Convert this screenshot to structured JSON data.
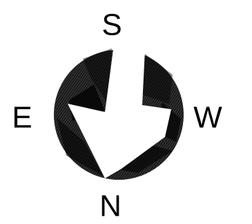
{
  "compass": {
    "labels": {
      "top": "S",
      "bottom": "N",
      "left": "E",
      "right": "W"
    },
    "colors": {
      "disc": "#1a1a1a",
      "hatch": "#5a5a5a",
      "shade_dark": "#000000",
      "shade_mid": "#333333",
      "cutout": "#ffffff",
      "text": "#000000"
    }
  }
}
